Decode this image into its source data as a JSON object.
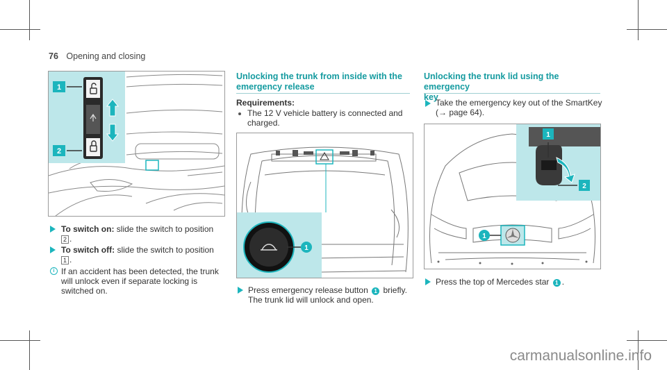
{
  "header": {
    "page_number": "76",
    "section": "Opening and closing"
  },
  "col1": {
    "fig_labels": {
      "one": "1",
      "two": "2"
    },
    "steps": [
      {
        "bold": "To switch on:",
        "text": "slide the switch to position",
        "key": "2",
        "end": "."
      },
      {
        "bold": "To switch off:",
        "text": "slide the switch to position",
        "key": "1",
        "end": "."
      }
    ],
    "info": [
      "If an accident has been detected, the trunk",
      "will unlock even if separate locking is",
      "switched on."
    ]
  },
  "col2": {
    "heading": [
      "Unlocking the trunk from inside with the",
      "emergency release"
    ],
    "requirements_label": "Requirements:",
    "requirements": [
      "The 12 V vehicle battery is connected and",
      "charged."
    ],
    "fig_label": "1",
    "step_pre": "Press emergency release button",
    "step_badge": "1",
    "step_post": "briefly.",
    "step_line2": "The trunk lid will unlock and open."
  },
  "col3": {
    "heading": [
      "Unlocking the trunk lid using the emergency",
      "key"
    ],
    "step1": [
      "Take the emergency key out of the SmartKey",
      "(→ page 64)."
    ],
    "fig_labels": {
      "one": "1",
      "two": "2",
      "three": "1"
    },
    "step2_pre": "Press the top of Mercedes star",
    "step2_badge": "1",
    "step2_post": "."
  },
  "watermark": "carmanualsonline.info",
  "colors": {
    "accent": "#1cb5bd",
    "panel": "#bde7ea",
    "heading": "#159ba0"
  }
}
